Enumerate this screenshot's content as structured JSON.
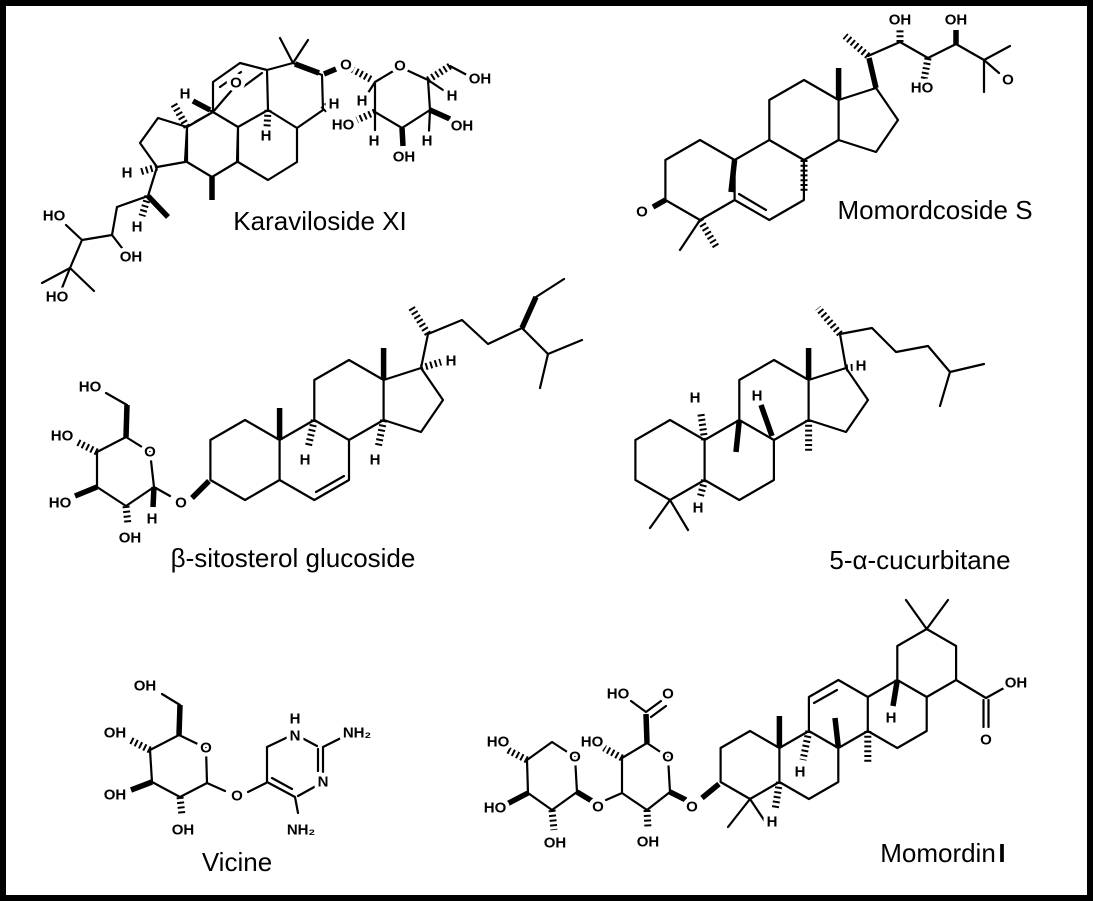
{
  "figure": {
    "type": "chemical-structure-panel",
    "background": "#ffffff",
    "border_color": "#000000",
    "line_color": "#000000",
    "molecule_count": 6
  },
  "m": [
    {
      "name": "Karaviloside XI",
      "a": [
        "H",
        "O",
        "O",
        "O",
        "OH",
        "H",
        "H",
        "H",
        "HO",
        "OH",
        "H",
        "H",
        "OH",
        "H",
        "H",
        "H",
        "HO",
        "OH",
        "HO"
      ]
    },
    {
      "name": "Momordcoside S",
      "a": [
        "OH",
        "OH",
        "HO",
        "O",
        "O"
      ]
    },
    {
      "name": "β-sitosterol glucoside",
      "a": [
        "HO",
        "HO",
        "HO",
        "OH",
        "H",
        "O",
        "O",
        "H",
        "H",
        "H"
      ]
    },
    {
      "name": "5-α-cucurbitane",
      "a": [
        "H",
        "H",
        "H",
        "H"
      ]
    },
    {
      "name": "Vicine",
      "a": [
        "OH",
        "OH",
        "OH",
        "OH",
        "O",
        "O",
        "H",
        "N",
        "NH₂",
        "N",
        "NH₂"
      ]
    },
    {
      "name": "Momordin",
      "name_suffix": "I",
      "a": [
        "HO",
        "HO",
        "OH",
        "O",
        "O",
        "HO",
        "HO",
        "O",
        "OH",
        "O",
        "O",
        "H",
        "H",
        "H",
        "OH",
        "O"
      ]
    }
  ]
}
